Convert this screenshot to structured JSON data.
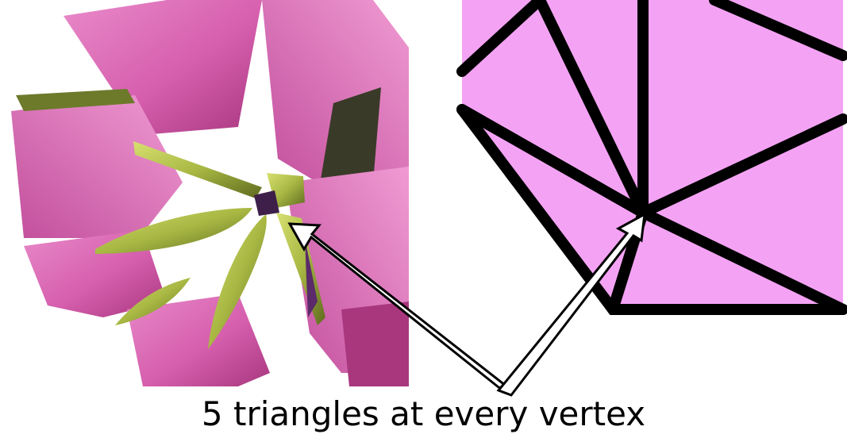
{
  "caption": "5 triangles at every vertex",
  "colors": {
    "paper_pink": "#d65fae",
    "paper_pink_light": "#e98ac9",
    "paper_pink_dark": "#a8377e",
    "paper_green": "#a8b843",
    "paper_green_dark": "#5f6a1f",
    "shadow_purple": "#5a2a6a",
    "net_fill": "#f4a3f4",
    "net_edge": "#000000",
    "arrow_fill": "#ffffff",
    "arrow_stroke": "#000000"
  },
  "illustrations": {
    "left": "origami-kusudama-photo",
    "right": "icosahedron-net-drawing"
  }
}
